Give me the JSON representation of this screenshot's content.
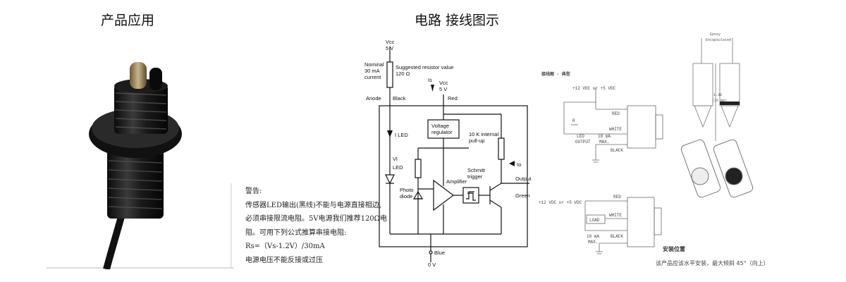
{
  "headings": {
    "product": "产品应用",
    "circuit": "电路 接线图示"
  },
  "warning": {
    "lines": [
      "警告:",
      "传感器LED输出(黑线)不能与电源直接相边,",
      "必须串接限流电阻。5V电源我们推荐120Ω电",
      "阻。可用下列公式推算串接电阻:",
      "Rs=（Vs-1.2V）/30mA",
      "电源电压不能反接或过压"
    ]
  },
  "circuit": {
    "vcc_left": "Vcc",
    "vcc_left_v": "5 V",
    "nominal": [
      "Nominal",
      "30 mA",
      "current"
    ],
    "resistor": [
      "Suggested resistor value",
      "120 Ω"
    ],
    "anode": "Anode",
    "black": "Black",
    "is": "Is",
    "vcc_mid": "Vcc",
    "vcc_mid_v": "5 V",
    "red": "Red",
    "voltage_regulator": [
      "Voltage",
      "regulator"
    ],
    "ileds": "I LED",
    "pullup": [
      "10 K internal",
      "pull-up"
    ],
    "io": "Io",
    "vl_led": [
      "Vl",
      "LED"
    ],
    "amplifier": "Amplifier",
    "schmitt": [
      "Schmitt",
      "trigger"
    ],
    "output": "Output",
    "green": "Green",
    "photodiode": [
      "Photo",
      "diode"
    ],
    "blue": "Blue",
    "zero_v": "0 V"
  },
  "wiring": {
    "title": "接线图 - 典型",
    "supply_top": "+12 VDC or +5 VDC",
    "red": "RED",
    "white": "WHITE",
    "black": "BLACK",
    "r_label": "R",
    "ma": "18 mA",
    "max": "MAX.",
    "led_output": [
      "LED",
      "OUTPUT"
    ],
    "supply_bottom": "+12 VDC or +5 VDC",
    "red2": "RED",
    "white2": "WHITE",
    "black2": "BLACK",
    "load": "LOAD",
    "ma2": "18 mA",
    "max2": "MAX."
  },
  "mount": {
    "epoxy": [
      "Epoxy",
      "Encapsulated"
    ],
    "dim": "1.38",
    "dim2": "(35 mm)"
  },
  "install": {
    "title": "安装位置",
    "text": "该产品应该水平安装，最大倾斜 45°（向上）"
  }
}
